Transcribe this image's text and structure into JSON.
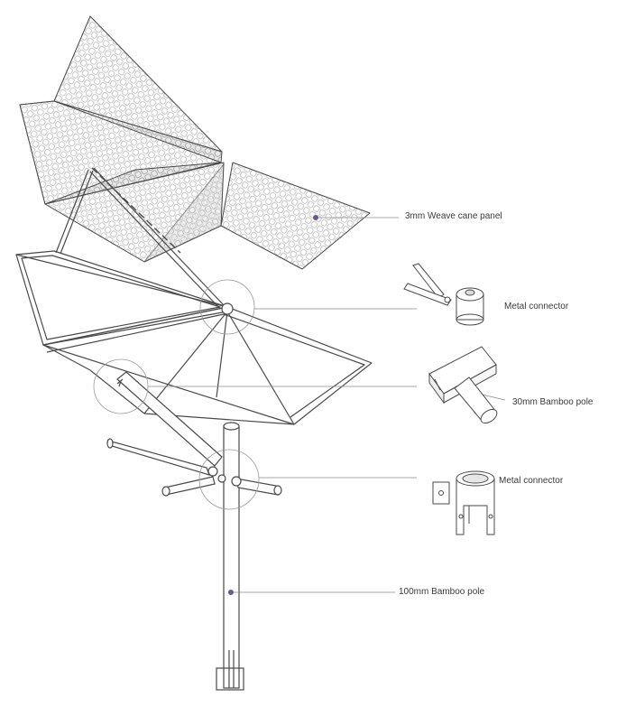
{
  "colors": {
    "line": "#4a4a4a",
    "leader": "#8a8a8a",
    "dot": "#6a5a8c",
    "hatch": "#b5b5b5"
  },
  "labels": {
    "panel": "3mm Weave cane panel",
    "top_connector": "Metal connector",
    "small_pole": "30mm Bamboo pole",
    "base_connector": "Metal connector",
    "main_pole": "100mm Bamboo pole"
  }
}
